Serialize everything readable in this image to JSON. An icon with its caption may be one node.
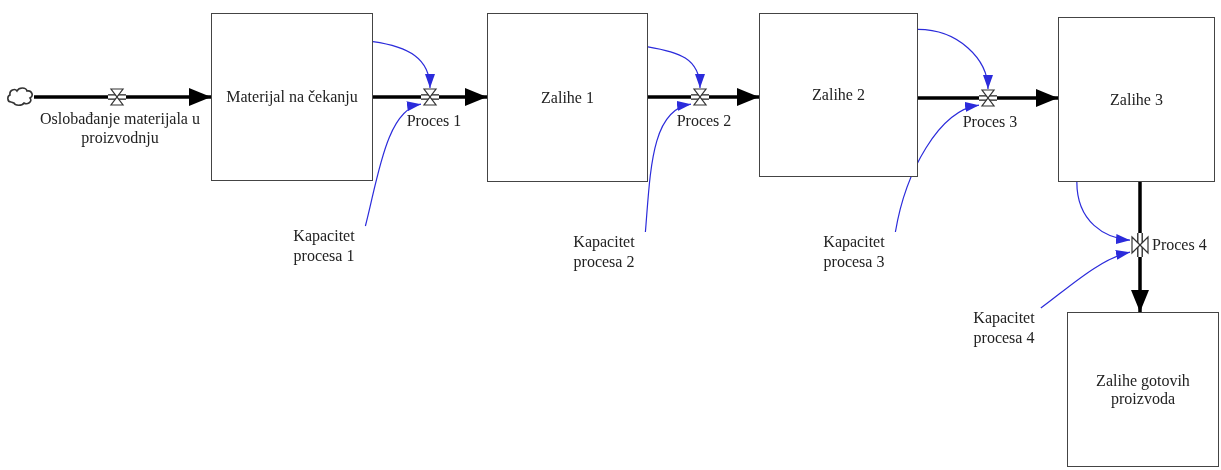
{
  "diagram": {
    "nodes": [
      {
        "text": [],
        "shape": "cloud"
      },
      {
        "text": [],
        "shape": "valve",
        "beside": [
          "Oslobađanje materijala u proizvodnju"
        ]
      },
      {
        "text": [
          "Materijal na čekanju"
        ]
      },
      {
        "text": [],
        "shape": "valve",
        "beside": [
          "Proces 1"
        ]
      },
      {
        "text": [
          "Zalihe 1"
        ]
      },
      {
        "text": [],
        "shape": "valve",
        "beside": [
          "Proces 2"
        ]
      },
      {
        "text": [
          "Zalihe 2"
        ]
      },
      {
        "text": [],
        "shape": "valve",
        "beside": [
          "Proces 3"
        ]
      },
      {
        "text": [
          "Zalihe 3"
        ]
      },
      {
        "text": [],
        "shape": "valve",
        "beside": [
          "Proces 4"
        ]
      },
      {
        "text": [
          "Zalihe gotovih proizvoda"
        ]
      },
      {
        "text": [
          "Kapacitet procesa 1"
        ]
      },
      {
        "text": [
          "Kapacitet procesa 2"
        ]
      },
      {
        "text": [
          "Kapacitet procesa 3"
        ]
      },
      {
        "text": [
          "Kapacitet procesa 4"
        ]
      }
    ],
    "edges": [
      {
        "from": 0,
        "to": 1,
        "arrow": "none"
      },
      {
        "from": 1,
        "to": 2,
        "arrow": "to"
      },
      {
        "from": 2,
        "to": 3,
        "arrow": "none"
      },
      {
        "from": 3,
        "to": 4,
        "arrow": "to"
      },
      {
        "from": 4,
        "to": 5,
        "arrow": "none"
      },
      {
        "from": 5,
        "to": 6,
        "arrow": "to"
      },
      {
        "from": 6,
        "to": 7,
        "arrow": "none"
      },
      {
        "from": 7,
        "to": 8,
        "arrow": "to"
      },
      {
        "from": 8,
        "to": 9,
        "arrow": "none"
      },
      {
        "from": 9,
        "to": 10,
        "arrow": "to"
      },
      {
        "from": 2,
        "to": 3,
        "arrow": "to",
        "color": "#2b2bdb"
      },
      {
        "from": 11,
        "to": 3,
        "arrow": "to",
        "color": "#2b2bdb"
      },
      {
        "from": 4,
        "to": 5,
        "arrow": "to",
        "color": "#2b2bdb"
      },
      {
        "from": 12,
        "to": 5,
        "arrow": "to",
        "color": "#2b2bdb"
      },
      {
        "from": 6,
        "to": 7,
        "arrow": "to",
        "color": "#2b2bdb"
      },
      {
        "from": 13,
        "to": 7,
        "arrow": "to",
        "color": "#2b2bdb"
      },
      {
        "from": 8,
        "to": 9,
        "arrow": "to",
        "color": "#2b2bdb"
      },
      {
        "from": 14,
        "to": 9,
        "arrow": "to",
        "color": "#2b2bdb"
      }
    ]
  }
}
